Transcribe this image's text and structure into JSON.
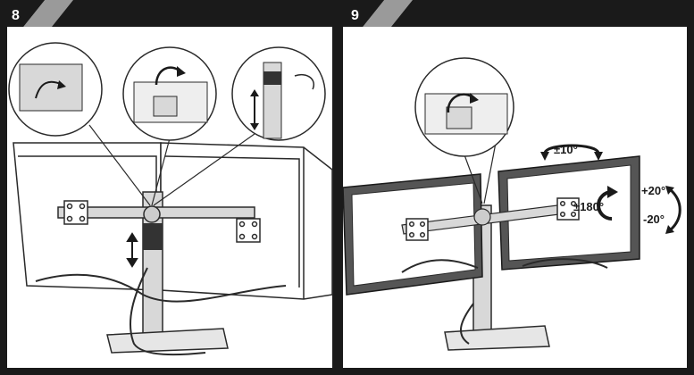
{
  "steps": [
    {
      "number": "8"
    },
    {
      "number": "9"
    }
  ],
  "annotations": {
    "tilt_label": "±10°",
    "rotate_label": "±180°",
    "pitch_up_label": "+20°",
    "pitch_down_label": "-20°"
  },
  "colors": {
    "frame": "#1a1a1a",
    "panel_bg": "#ffffff",
    "line": "#2a2a2a",
    "gray_fill": "#d8d8d8",
    "dark_fill": "#333333"
  }
}
